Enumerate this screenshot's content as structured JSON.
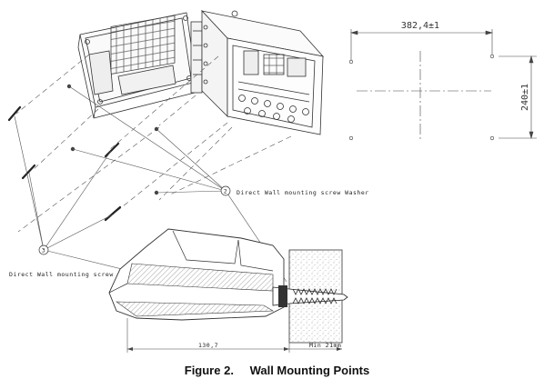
{
  "figure": {
    "number": "Figure 2.",
    "title": "Wall Mounting Points"
  },
  "labels": {
    "screw_washer": "Direct Wall mounting screw Washer",
    "screw": "Direct Wall mounting screw",
    "balloon_washer": "2",
    "balloon_screw": "3"
  },
  "dimensions": {
    "width": "382,4±1",
    "height": "240±1",
    "depth": "130,7",
    "wall": "Min 21mm"
  }
}
